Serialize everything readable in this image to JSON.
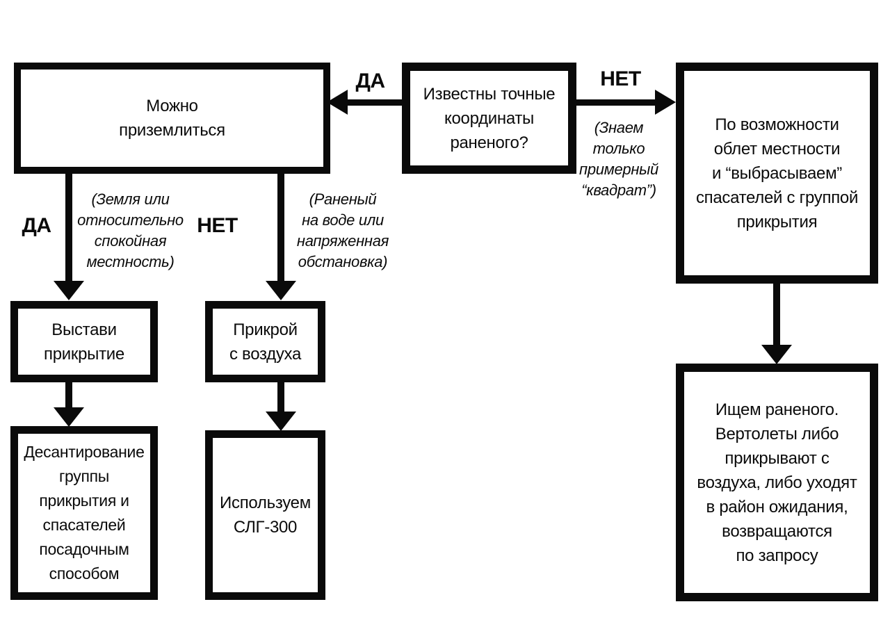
{
  "colors": {
    "background": "#ffffff",
    "ink": "#0a0a0a"
  },
  "nodes": {
    "can_land": {
      "text": "Можно\nприземлиться"
    },
    "known_coords": {
      "text": "Известны точные\nкоординаты\nраненого?"
    },
    "flyover": {
      "text": "По возможности\nоблет местности\nи “выбрасываем”\nспасателей с группой\nприкрытия"
    },
    "set_cover": {
      "text": "Выстави\nприкрытие"
    },
    "cover_air": {
      "text": "Прикрой\nс воздуха"
    },
    "landing_group": {
      "text": "Десантирование\nгруппы\nприкрытия и\nспасателей\nпосадочным\nспособом"
    },
    "use_slg": {
      "text": "Используем\nСЛГ-300"
    },
    "search_wounded": {
      "text": "Ищем раненого.\nВертолеты либо\nприкрывают с\nвоздуха, либо уходят\nв район ожидания,\nвозвращаются\nпо запросу"
    }
  },
  "edges": {
    "coords_yes": {
      "from": "known_coords",
      "to": "can_land",
      "label": "ДА"
    },
    "coords_no": {
      "from": "known_coords",
      "to": "flyover",
      "label": "НЕТ",
      "note": "(Знаем\nтолько\nпримерный\n“квадрат”)"
    },
    "land_yes": {
      "from": "can_land",
      "to": "set_cover",
      "label": "ДА",
      "note": "(Земля или\nотносительно\nспокойная\nместность)"
    },
    "land_no": {
      "from": "can_land",
      "to": "cover_air",
      "label": "НЕТ",
      "note": "(Раненый\nна воде или\nнапряженная\nобстановка)"
    },
    "cover_drop": {
      "from": "set_cover",
      "to": "landing_group"
    },
    "air_slg": {
      "from": "cover_air",
      "to": "use_slg"
    },
    "flyover_search": {
      "from": "flyover",
      "to": "search_wounded"
    }
  }
}
